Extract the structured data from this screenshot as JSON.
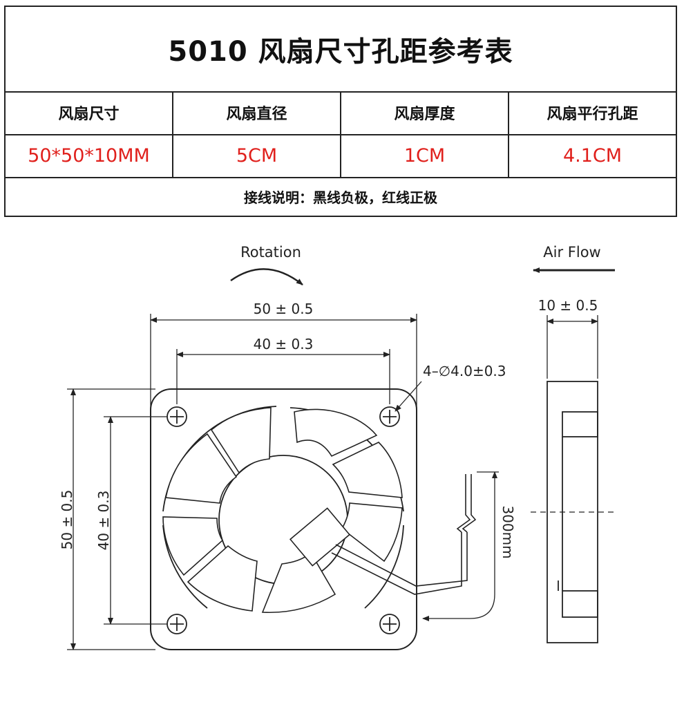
{
  "table": {
    "title": "5010 风扇尺寸孔距参考表",
    "headers": [
      "风扇尺寸",
      "风扇直径",
      "风扇厚度",
      "风扇平行孔距"
    ],
    "values": [
      "50*50*10MM",
      "5CM",
      "1CM",
      "4.1CM"
    ],
    "note": "接线说明：黑线负极，红线正极"
  },
  "drawing": {
    "rotation_label": "Rotation",
    "airflow_label": "Air Flow",
    "width_dim": "50 ± 0.5",
    "hole_spacing_dim": "40 ± 0.3",
    "height_dim": "50 ± 0.5",
    "hole_spacing_vertical_dim": "40 ± 0.3",
    "hole_spec": "4–∅4.0±0.3",
    "thickness_dim": "10 ± 0.5",
    "cable_length": "300mm"
  },
  "colors": {
    "value_text": "#e0201c",
    "line": "#222222"
  }
}
